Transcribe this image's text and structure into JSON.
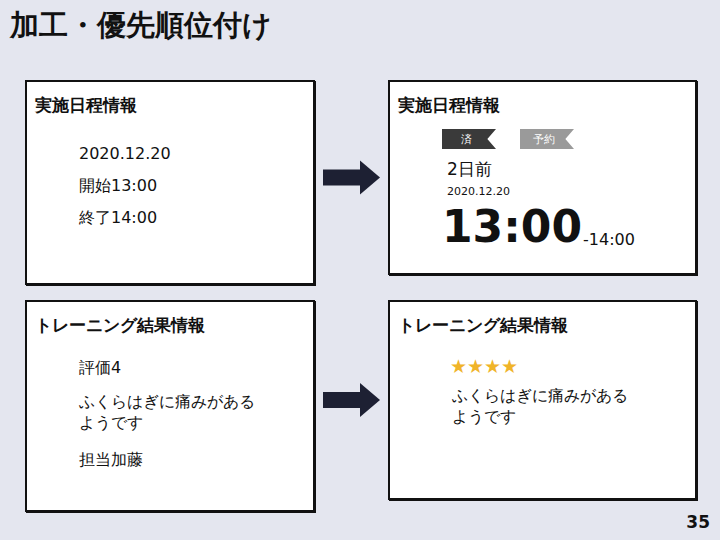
{
  "diagram": {
    "title": "加工・優先順位付け",
    "nodes": [
      {
        "text": [
          "実施日程情報",
          "2020.12.20",
          "開始13:00",
          "終了14:00"
        ]
      },
      {
        "text": [
          "実施日程情報",
          "2日前",
          "2020.12.20",
          "13:00",
          "-14:00"
        ]
      },
      {
        "text": [
          "済"
        ],
        "in": 1
      },
      {
        "text": [
          "予約"
        ],
        "in": 1
      },
      {
        "text": [
          "トレーニング結果情報",
          "評価4",
          "ふくらはぎに痛みがあるようです",
          "担当加藤"
        ]
      },
      {
        "text": [
          "トレーニング結果情報",
          "★★★★",
          "ふくらはぎに痛みがあるようです"
        ]
      }
    ],
    "edges": [
      {
        "from": 0,
        "to": 1,
        "arrow": "to"
      },
      {
        "from": 4,
        "to": 5,
        "arrow": "to"
      }
    ],
    "labels": [
      "35"
    ]
  }
}
